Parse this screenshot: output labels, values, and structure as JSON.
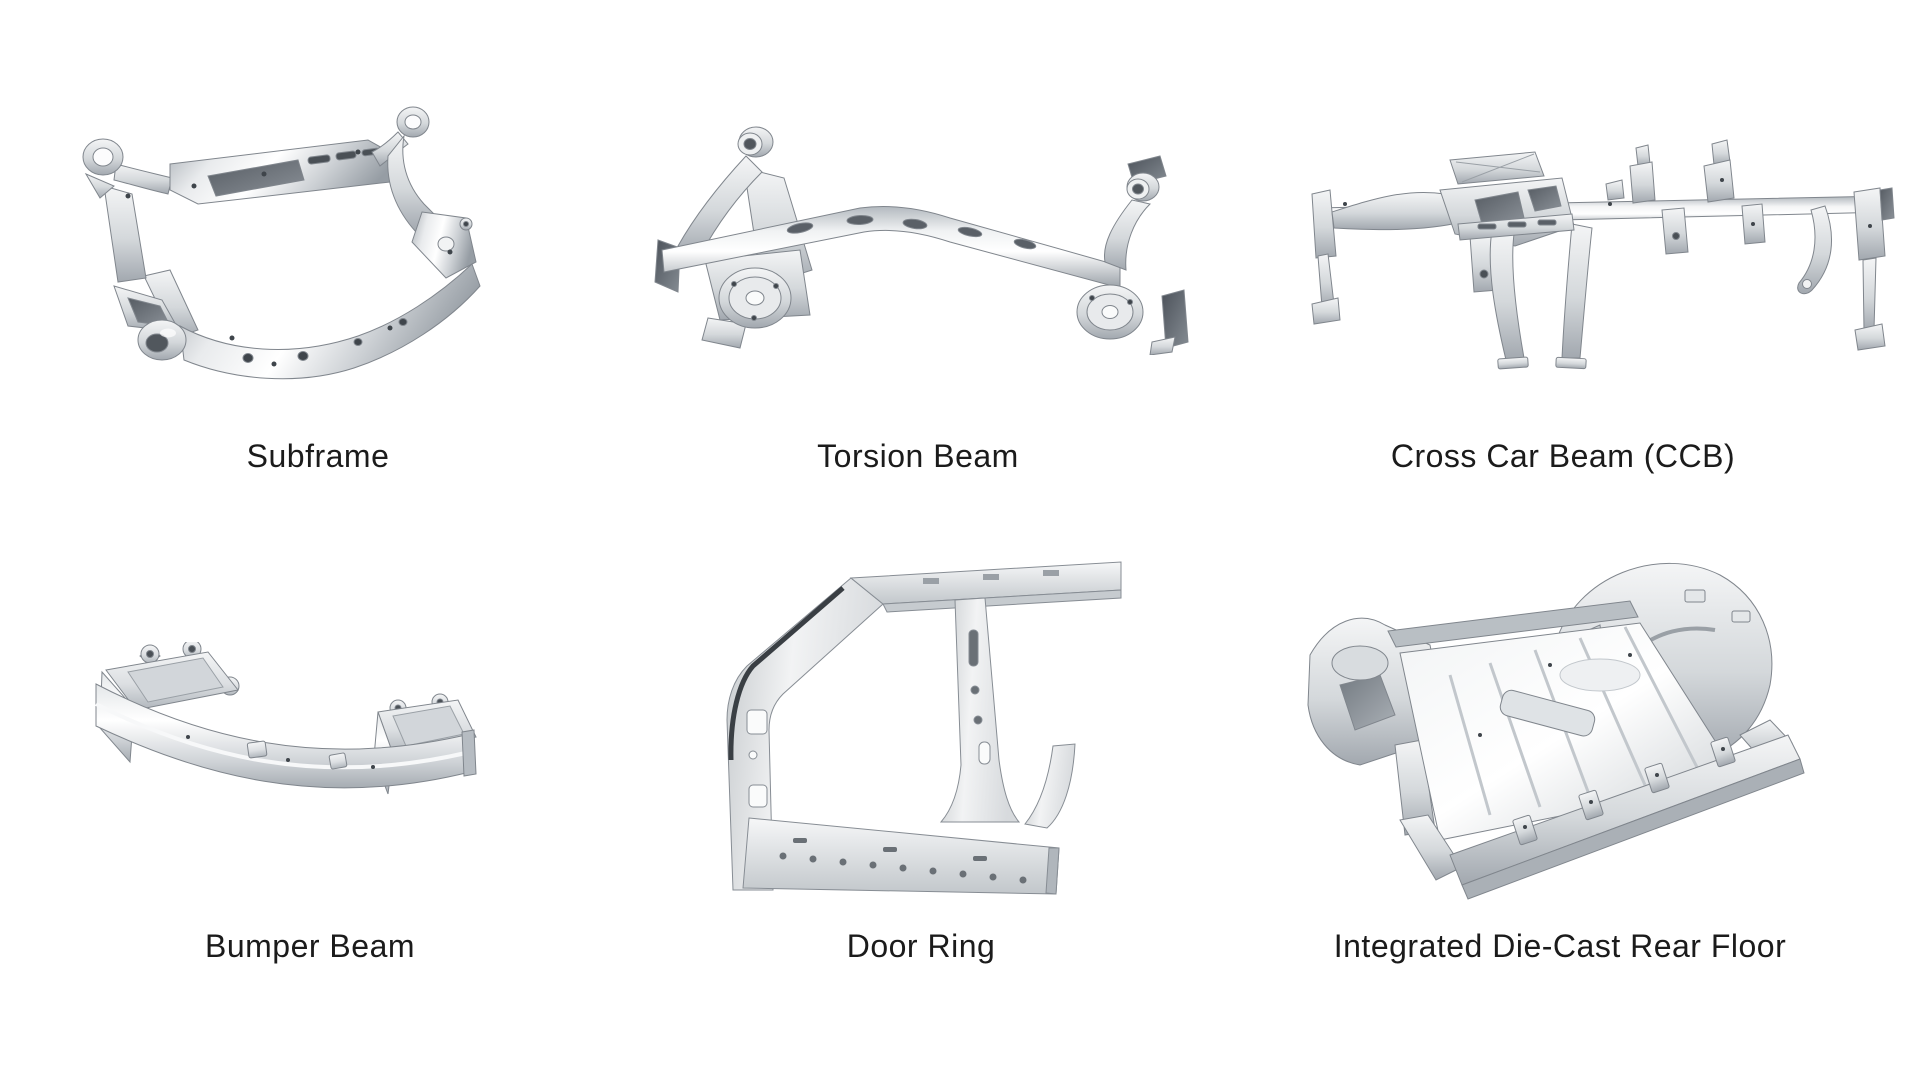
{
  "page": {
    "background": "#ffffff"
  },
  "colors": {
    "label_text": "#1b1b1b",
    "metal_highlight": "#ffffff",
    "metal_light": "#eceef0",
    "metal_mid": "#cdd1d5",
    "metal_dark": "#8f959b",
    "metal_shadow": "#565c63"
  },
  "parts": [
    {
      "id": "subframe",
      "label": "Subframe"
    },
    {
      "id": "torsion-beam",
      "label": "Torsion Beam"
    },
    {
      "id": "cross-car-beam",
      "label": "Cross Car Beam (CCB)"
    },
    {
      "id": "bumper-beam",
      "label": "Bumper Beam"
    },
    {
      "id": "door-ring",
      "label": "Door Ring"
    },
    {
      "id": "rear-floor",
      "label": "Integrated Die-Cast Rear Floor"
    }
  ]
}
